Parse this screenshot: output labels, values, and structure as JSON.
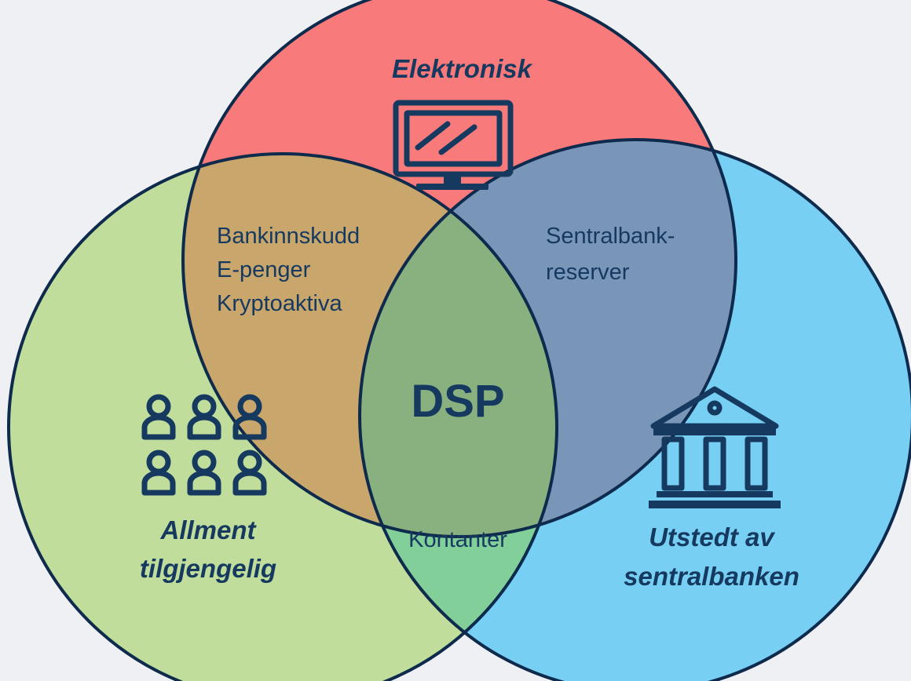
{
  "colors": {
    "background": "#eff0f3",
    "circle_top": "#f87a7a",
    "circle_left": "#c0dd9c",
    "circle_right": "#77cff3",
    "top_left_overlap": "#c9a66c",
    "top_right_overlap": "#7996b8",
    "left_right_overlap": "#82cf99",
    "center_overlap": "#89b07f",
    "outline": "#0e2a4c",
    "text": "#16395f"
  },
  "sets": {
    "top": {
      "label": "Elektronisk",
      "icon": "monitor-icon"
    },
    "left": {
      "label_line1": "Allment",
      "label_line2": "tilgjengelig",
      "icon": "people-group-icon"
    },
    "right": {
      "label_line1": "Utstedt av",
      "label_line2": "sentralbanken",
      "icon": "bank-building-icon"
    }
  },
  "regions": {
    "top_left": [
      "Bankinnskudd",
      "E-penger",
      "Kryptoaktiva"
    ],
    "top_right": [
      "Sentralbank-",
      "reserver"
    ],
    "left_right": "Kontanter",
    "center": "DSP"
  }
}
